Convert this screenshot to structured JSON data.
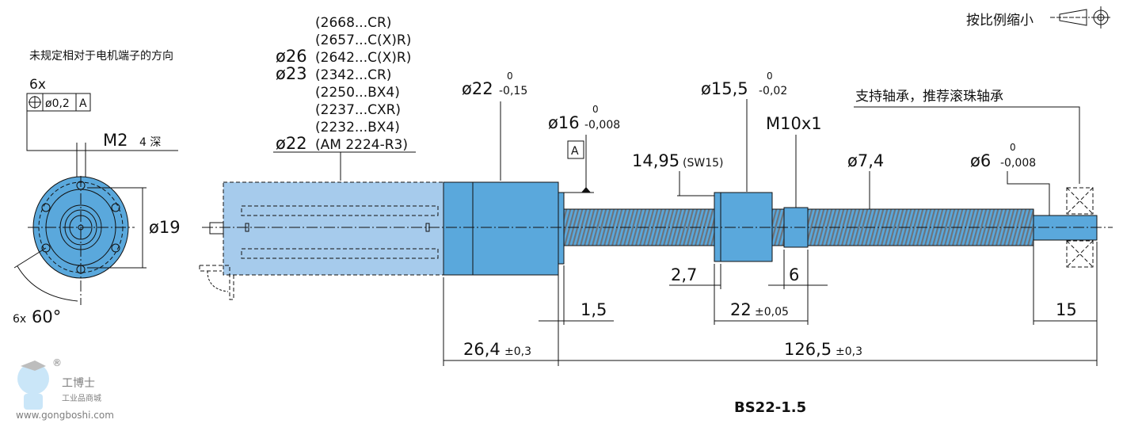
{
  "scale_note": "按比例缩小",
  "front_view": {
    "orientation_note": "未规定相对于电机端子的方向",
    "hole_count": "6x",
    "tolerance_value": "ø0,2",
    "datum": "A",
    "thread": "M2",
    "thread_depth": "4 深",
    "diameter": "ø19",
    "angle_count": "6x",
    "angle": "60°"
  },
  "motor_list": {
    "items": [
      {
        "dia": "",
        "model": "(2668...CR)"
      },
      {
        "dia": "",
        "model": "(2657...C(X)R)"
      },
      {
        "dia": "ø26",
        "model": "(2642...C(X)R)"
      },
      {
        "dia": "ø23",
        "model": "(2342...CR)"
      },
      {
        "dia": "",
        "model": "(2250...BX4)"
      },
      {
        "dia": "",
        "model": "(2237...CXR)"
      },
      {
        "dia": "",
        "model": "(2232...BX4)"
      },
      {
        "dia": "ø22",
        "model": "(AM 2224-R3)"
      }
    ]
  },
  "dims": {
    "d22": {
      "main": "ø22",
      "upper": "0",
      "lower": "-0,15"
    },
    "d16": {
      "main": "ø16",
      "upper": "0",
      "lower": "-0,008",
      "datum": "A"
    },
    "d155": {
      "main": "ø15,5",
      "upper": "0",
      "lower": "-0,02"
    },
    "sw": {
      "main": "14,95",
      "note": "(SW15)"
    },
    "thread": "M10x1",
    "d74": "ø7,4",
    "d6": {
      "main": "ø6",
      "upper": "0",
      "lower": "-0,008"
    },
    "bearing_note": "支持轴承，推荐滚珠轴承",
    "l27": "2,7",
    "l6": "6",
    "l15a": "1,5",
    "l22": {
      "main": "22",
      "tol": "±0,05"
    },
    "l15": "15",
    "l264": {
      "main": "26,4",
      "tol": "±0,3"
    },
    "l1265": {
      "main": "126,5",
      "tol": "±0,3"
    }
  },
  "model_name": "BS22-1.5",
  "watermark": {
    "brand": "工博士",
    "sub": "工业品商城",
    "url": "www.gongboshi.com",
    "reg": "®"
  },
  "colors": {
    "body_light": "#a6cbec",
    "body_dark": "#5aa8dc",
    "thread_grey": "#7a7f86"
  }
}
